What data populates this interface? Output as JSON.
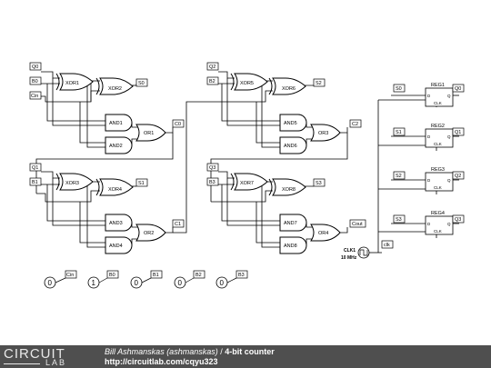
{
  "circuit": {
    "gates": {
      "xor1": "XOR1",
      "xor2": "XOR2",
      "xor3": "XOR3",
      "xor4": "XOR4",
      "xor5": "XOR5",
      "xor6": "XOR6",
      "xor7": "XOR7",
      "xor8": "XOR8",
      "and1": "AND1",
      "and2": "AND2",
      "and3": "AND3",
      "and4": "AND4",
      "and5": "AND5",
      "and6": "AND6",
      "and7": "AND7",
      "and8": "AND8",
      "or1": "OR1",
      "or2": "OR2",
      "or3": "OR3",
      "or4": "OR4"
    },
    "nodes": {
      "q0": "Q0",
      "b0": "B0",
      "cin": "Cin",
      "c0": "C0",
      "s0": "S0",
      "q1": "Q1",
      "b1": "B1",
      "s1": "S1",
      "c1": "C1",
      "q2": "Q2",
      "b2": "B2",
      "s2": "S2",
      "c2": "C2",
      "q3": "Q3",
      "b3": "B3",
      "s3": "S3",
      "cout": "Cout",
      "clk": "clk"
    },
    "registers": {
      "reg1": "REG1",
      "reg2": "REG2",
      "reg3": "REG3",
      "reg4": "REG4",
      "d": "D",
      "q": "Q",
      "clk": "CLK",
      "in": [
        "S0",
        "S1",
        "S2",
        "S3"
      ],
      "out": [
        "Q0",
        "Q1",
        "Q2",
        "Q3"
      ]
    },
    "clock": {
      "name": "CLK1",
      "freq": "10 MHz"
    },
    "inputs": [
      {
        "value": "0",
        "label": "Cin"
      },
      {
        "value": "1",
        "label": "B0"
      },
      {
        "value": "0",
        "label": "B1"
      },
      {
        "value": "0",
        "label": "B2"
      },
      {
        "value": "0",
        "label": "B3"
      }
    ]
  },
  "footer": {
    "logo_top": "CIRCUIT",
    "logo_bottom": "LAB",
    "author": "Bill Ashmanskas (ashmanskas)",
    "separator": " / ",
    "title": "4-bit counter",
    "url": "http://circuitlab.com/cqyu323"
  }
}
